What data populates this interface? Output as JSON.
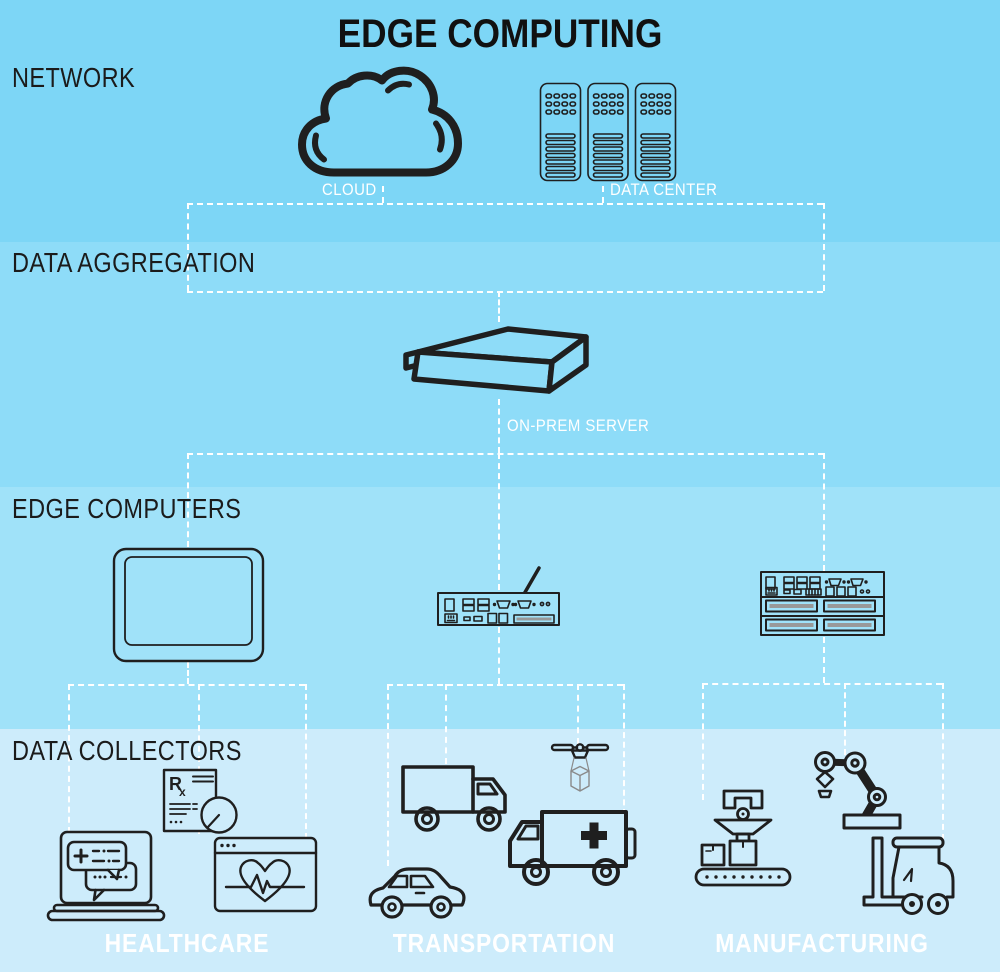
{
  "title": "EDGE COMPUTING",
  "layers": {
    "network": {
      "label": "NETWORK"
    },
    "data_aggregation": {
      "label": "DATA AGGREGATION"
    },
    "edge_computers": {
      "label": "EDGE COMPUTERS"
    },
    "data_collectors": {
      "label": "DATA COLLECTORS"
    }
  },
  "nodes": {
    "cloud": {
      "label": "CLOUD",
      "icon": "cloud-icon"
    },
    "data_center": {
      "label": "DATA CENTER",
      "icon": "server-racks-icon"
    },
    "on_prem_server": {
      "label": "ON-PREM SERVER",
      "icon": "rack-server-icon"
    },
    "edge_devices": [
      "tablet-icon",
      "industrial-pc-antenna-icon",
      "industrial-rack-unit-icon"
    ]
  },
  "sectors": {
    "healthcare": {
      "label": "HEALTHCARE",
      "icons": [
        "laptop-chat-icon",
        "prescription-icon",
        "heartbeat-browser-icon"
      ]
    },
    "transportation": {
      "label": "TRANSPORTATION",
      "icons": [
        "truck-icon",
        "delivery-drone-icon",
        "ambulance-icon",
        "car-icon"
      ]
    },
    "manufacturing": {
      "label": "MANUFACTURING",
      "icons": [
        "conveyor-belt-icon",
        "robot-arm-icon",
        "forklift-icon"
      ]
    }
  },
  "colors": {
    "band_network": "#7dd6f6",
    "band_aggregation": "#8edcf8",
    "band_edge": "#a0e2f9",
    "band_collectors": "#cdecfb",
    "ink": "#1f1f1f",
    "connector": "#ffffff",
    "slot_gray": "#999999"
  }
}
